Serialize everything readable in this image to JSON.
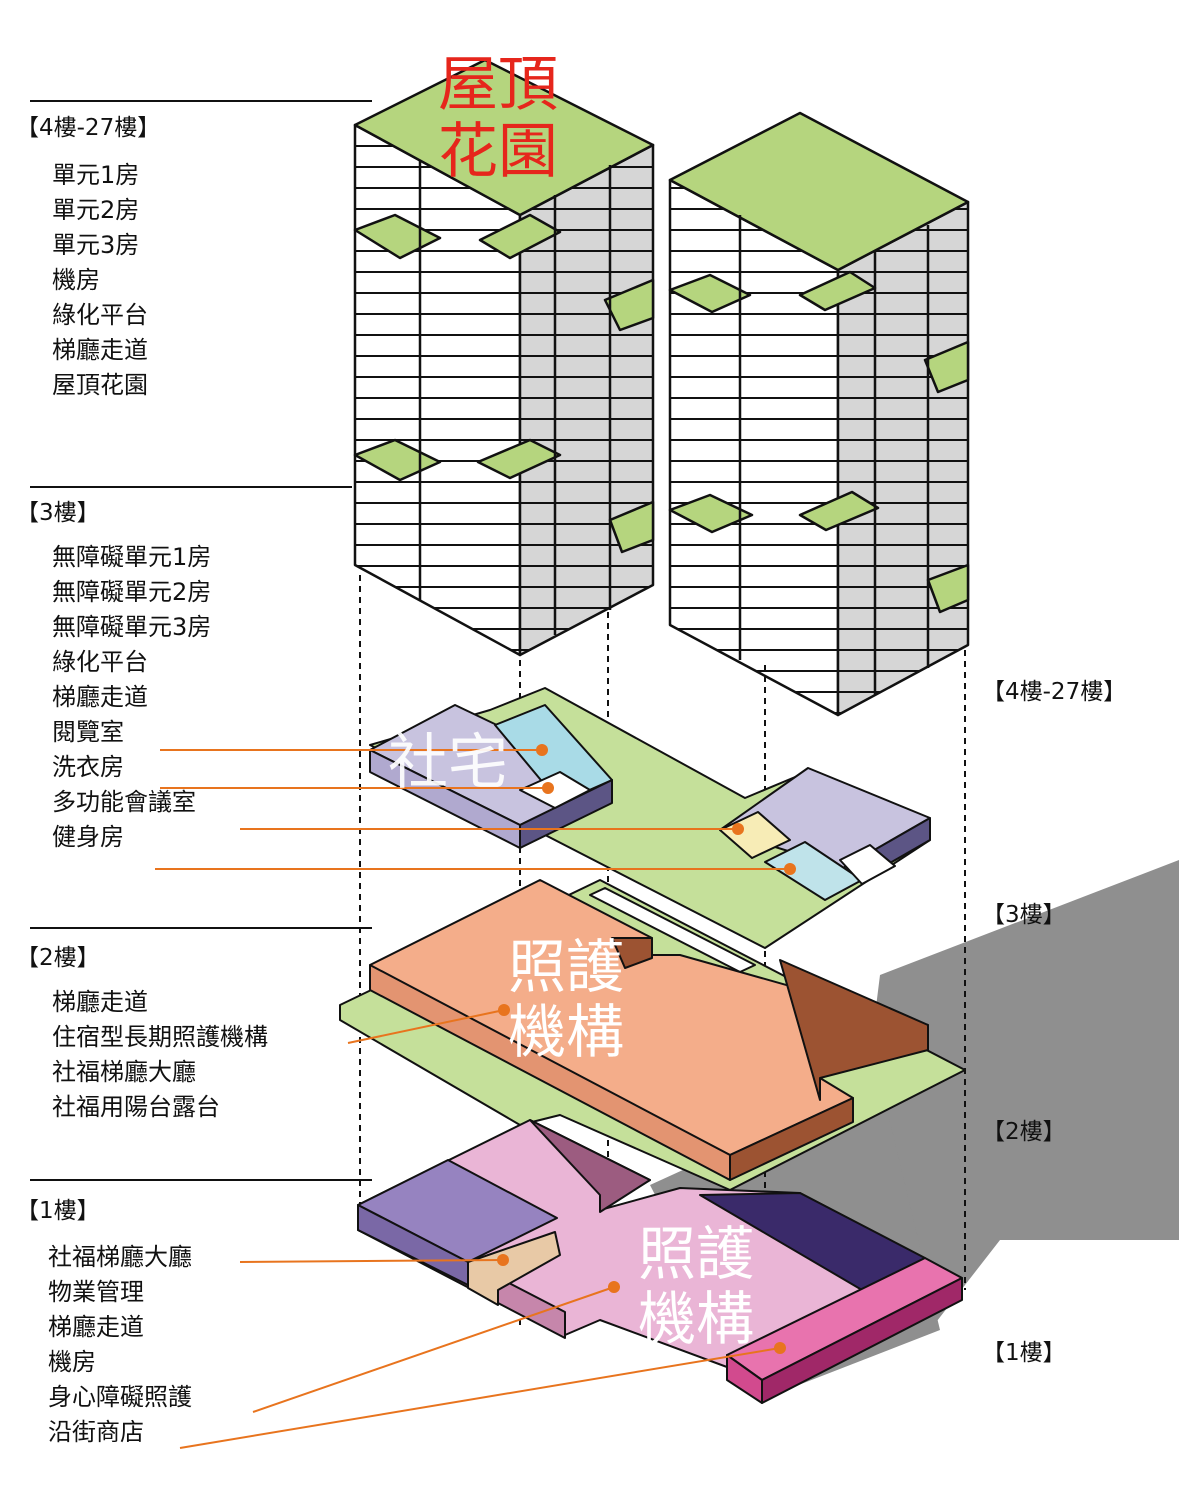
{
  "left_panel": {
    "sections": [
      {
        "header": "【4樓-27樓】",
        "items": [
          "單元1房",
          "單元2房",
          "單元3房",
          "機房",
          "綠化平台",
          "梯廳走道",
          "屋頂花園"
        ]
      },
      {
        "header": "【3樓】",
        "items": [
          "無障礙單元1房",
          "無障礙單元2房",
          "無障礙單元3房",
          "綠化平台",
          "梯廳走道",
          "閱覽室",
          "洗衣房",
          "多功能會議室",
          "健身房"
        ]
      },
      {
        "header": "【2樓】",
        "items": [
          "梯廳走道",
          "住宿型長期照護機構",
          "社福梯廳大廳",
          "社福用陽台露台"
        ]
      },
      {
        "header": "【1樓】",
        "items": [
          "社福梯廳大廳",
          "物業管理",
          "梯廳走道",
          "機房",
          "身心障礙照護",
          "沿街商店"
        ]
      }
    ]
  },
  "right_labels": {
    "floor_4_27": "【4樓-27樓】",
    "floor_3": "【3樓】",
    "floor_2": "【2樓】",
    "floor_1": "【1樓】"
  },
  "overlay_text": {
    "roof_garden_line1": "屋頂",
    "roof_garden_line2": "花園",
    "social_housing": "社宅",
    "care_f2_line1": "照護",
    "care_f2_line2": "機構",
    "care_f1_line1": "照護",
    "care_f1_line2": "機構"
  },
  "colors": {
    "roof_green": "#b5d57e",
    "floor3_green": "#c5e09a",
    "lavender": "#c8c3df",
    "light_blue": "#a9dbe7",
    "salmon": "#f4ad8a",
    "salmon_dark": "#9c5332",
    "pink": "#eab5d6",
    "purple": "#9683c0",
    "deep_purple": "#3a2a6a",
    "magenta": "#e873ae",
    "tan": "#e8c9a6",
    "leader_orange": "#e8741e",
    "roof_text_red": "#e6261c",
    "shadow_gray": "#8f8f8f"
  }
}
